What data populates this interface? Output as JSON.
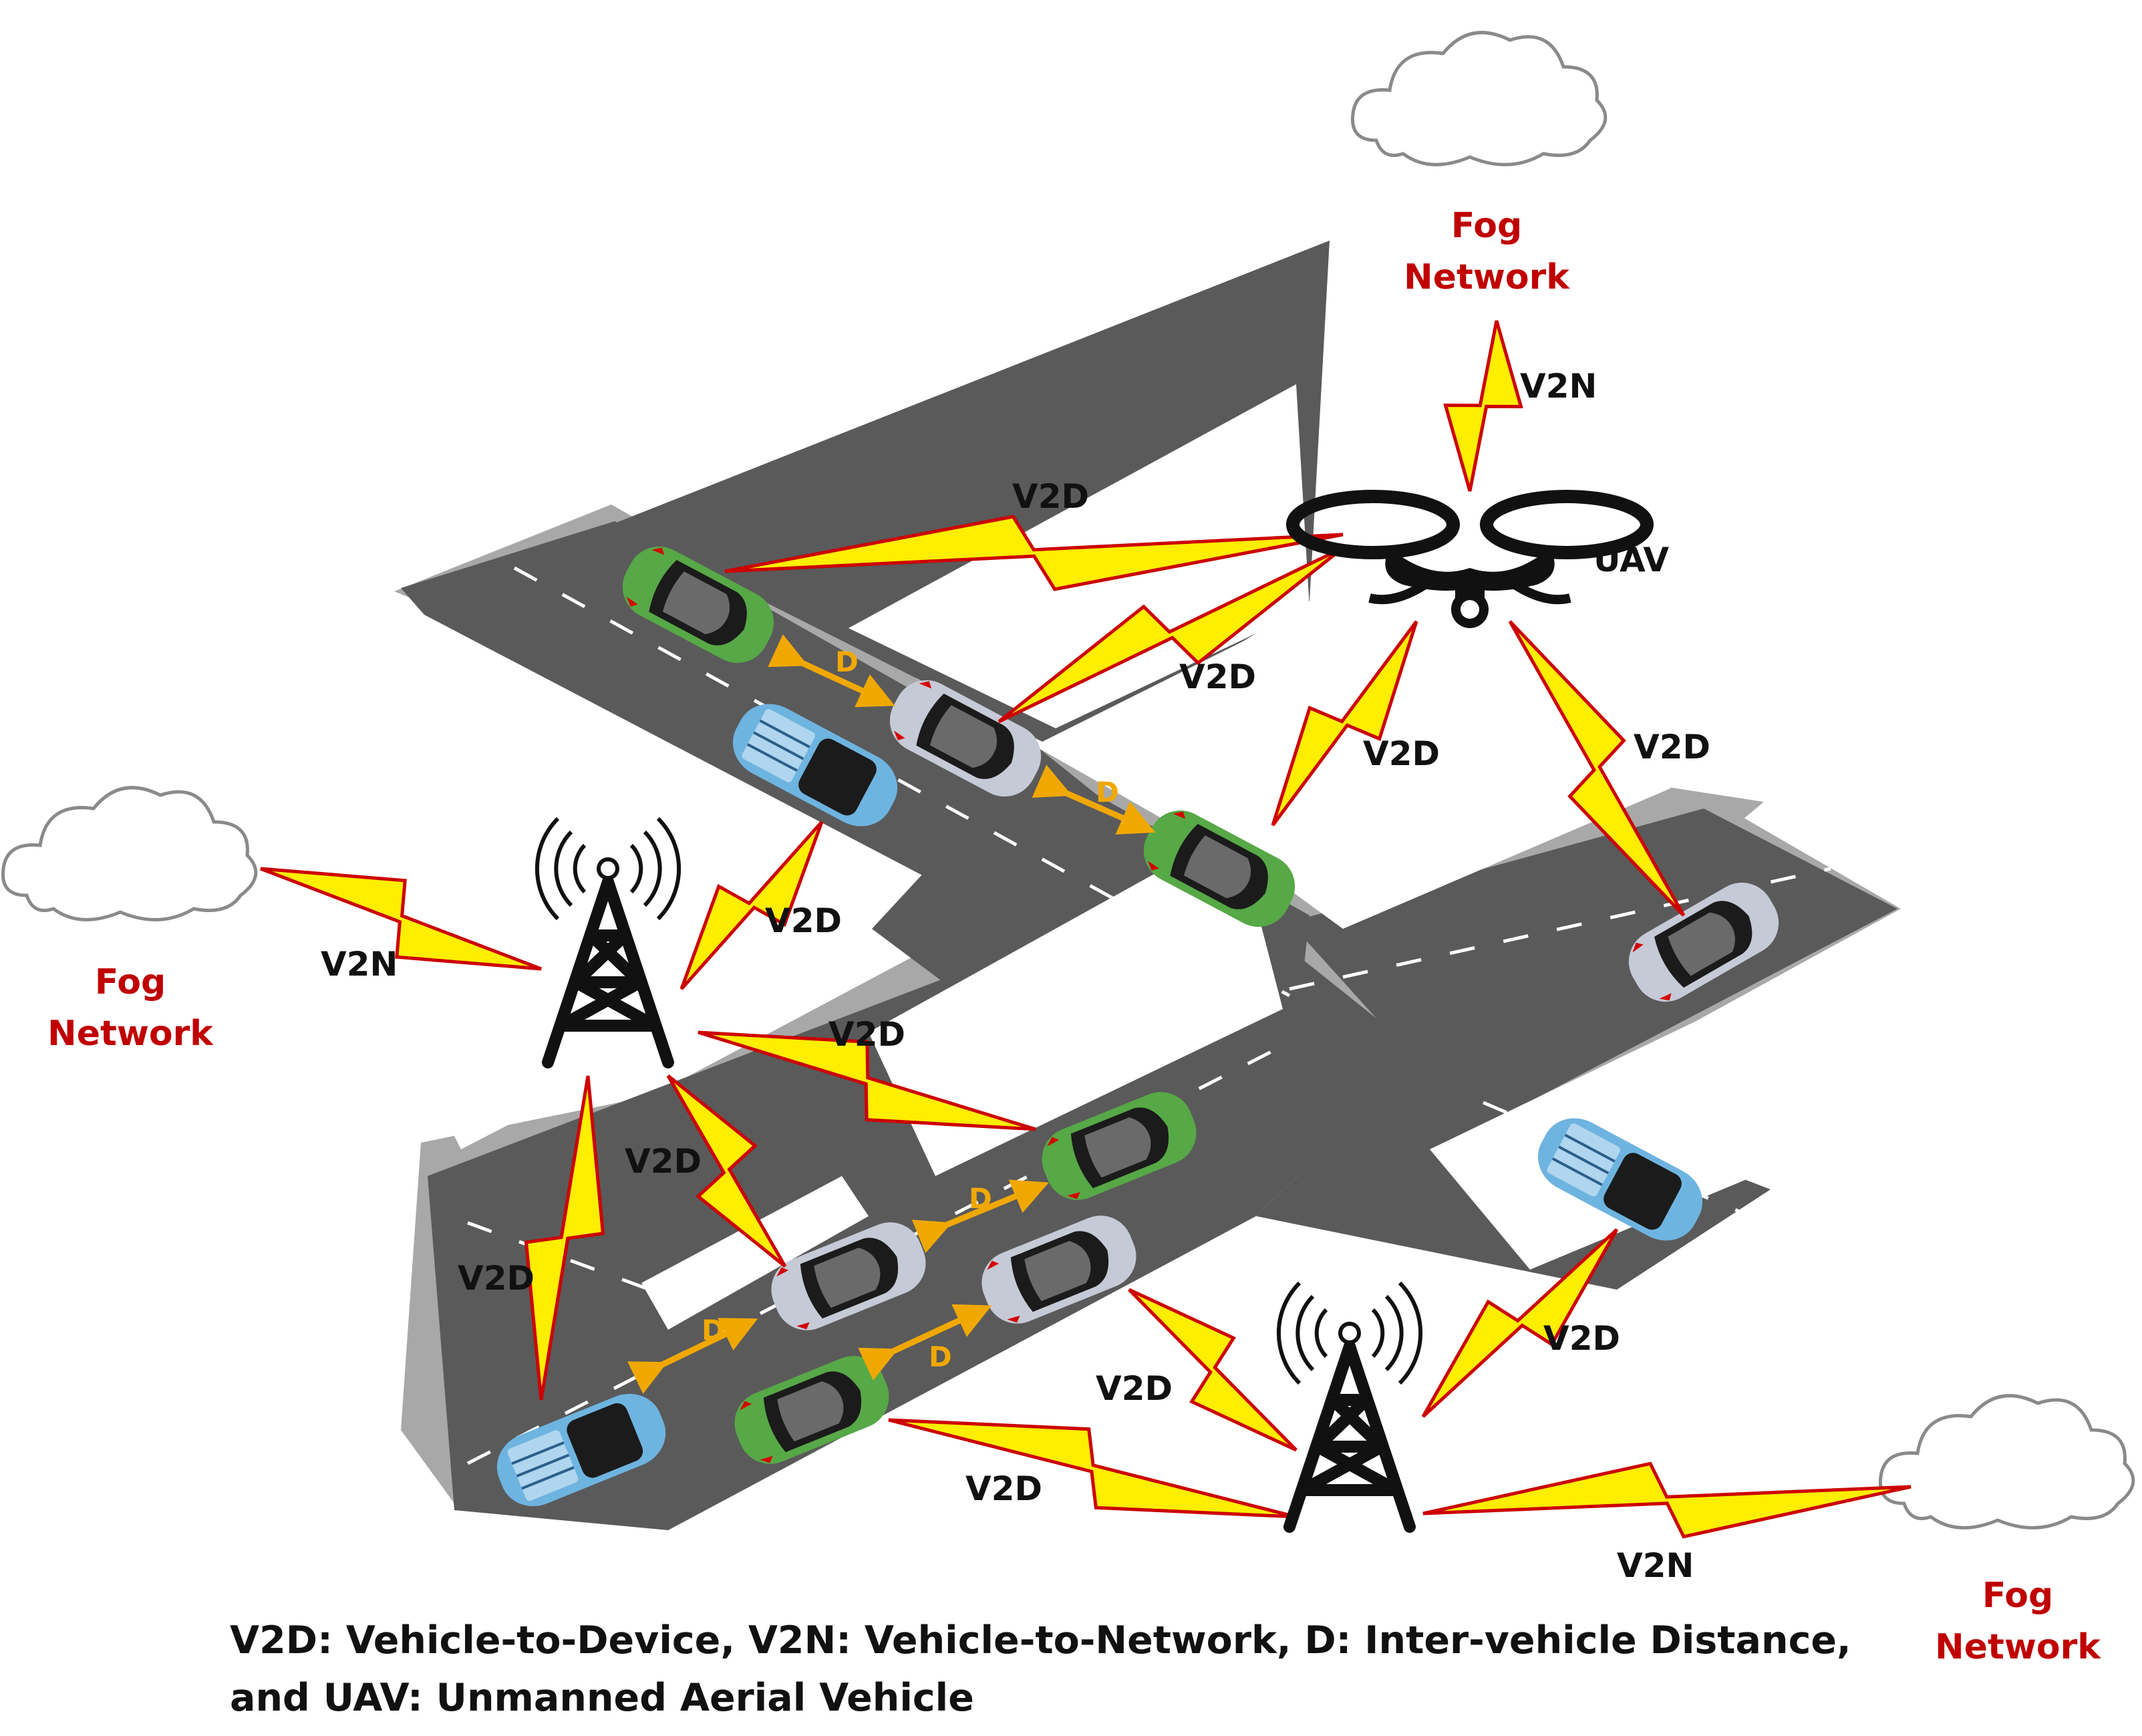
{
  "labels": {
    "v2n": "V2N",
    "v2d": "V2D",
    "distance": "D",
    "uav": "UAV",
    "fog_line1": "Fog",
    "fog_line2": "Network"
  },
  "caption": {
    "line1": "V2D: Vehicle-to-Device, V2N: Vehicle-to-Network, D: Inter-vehicle Distance,",
    "line2": "and UAV: Unmanned Aerial Vehicle"
  },
  "colors": {
    "road": "#5a5a5a",
    "road_edge": "#a8a8a8",
    "lane_dash": "#ffffff",
    "car_green": "#57a846",
    "car_silver": "#c6cad6",
    "car_blue": "#6eb4e0",
    "bolt_fill": "#ffee00",
    "bolt_edge": "#cc0000",
    "distance_arrow": "#f0a800",
    "fog_text": "#c00000"
  }
}
